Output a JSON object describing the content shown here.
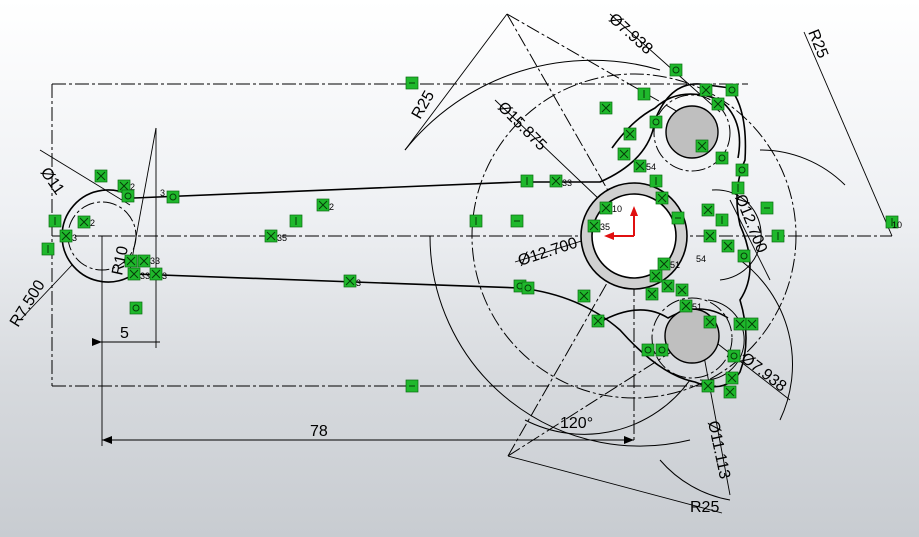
{
  "dimensions": {
    "dia_11": "Ø11",
    "r7500": "R7.500",
    "r10": "R10",
    "five": "5",
    "seventy_eight": "78",
    "r25_left": "R25",
    "dia_15875": "Ø15.875",
    "dia_7938_top": "Ø7.938",
    "r25_top_right": "R25",
    "dia_12700": "Ø12.700",
    "dia_12700_side": "Ø12.700",
    "angle_120": "120°",
    "dia_11113": "Ø11.113",
    "dia_7938_bottom": "Ø7.938",
    "r25_bottom": "R25"
  },
  "relation_labels": {
    "r1": "2",
    "r2": "2",
    "r3": "3",
    "r4": "2",
    "r5": "35",
    "r6": "33",
    "r7": "33",
    "r8": "3",
    "r9": "33",
    "r10": "3",
    "r11": "10",
    "r12": "35",
    "r13": "54",
    "r14": "51",
    "r15": "51",
    "r16": "54",
    "r17": "10",
    "r18": "3"
  },
  "colors": {
    "relation_fill": "#1fb82c",
    "origin_arrow": "#e01010",
    "bushing_fill": "#d0d0d0",
    "pin_fill": "#bfbfbf"
  }
}
